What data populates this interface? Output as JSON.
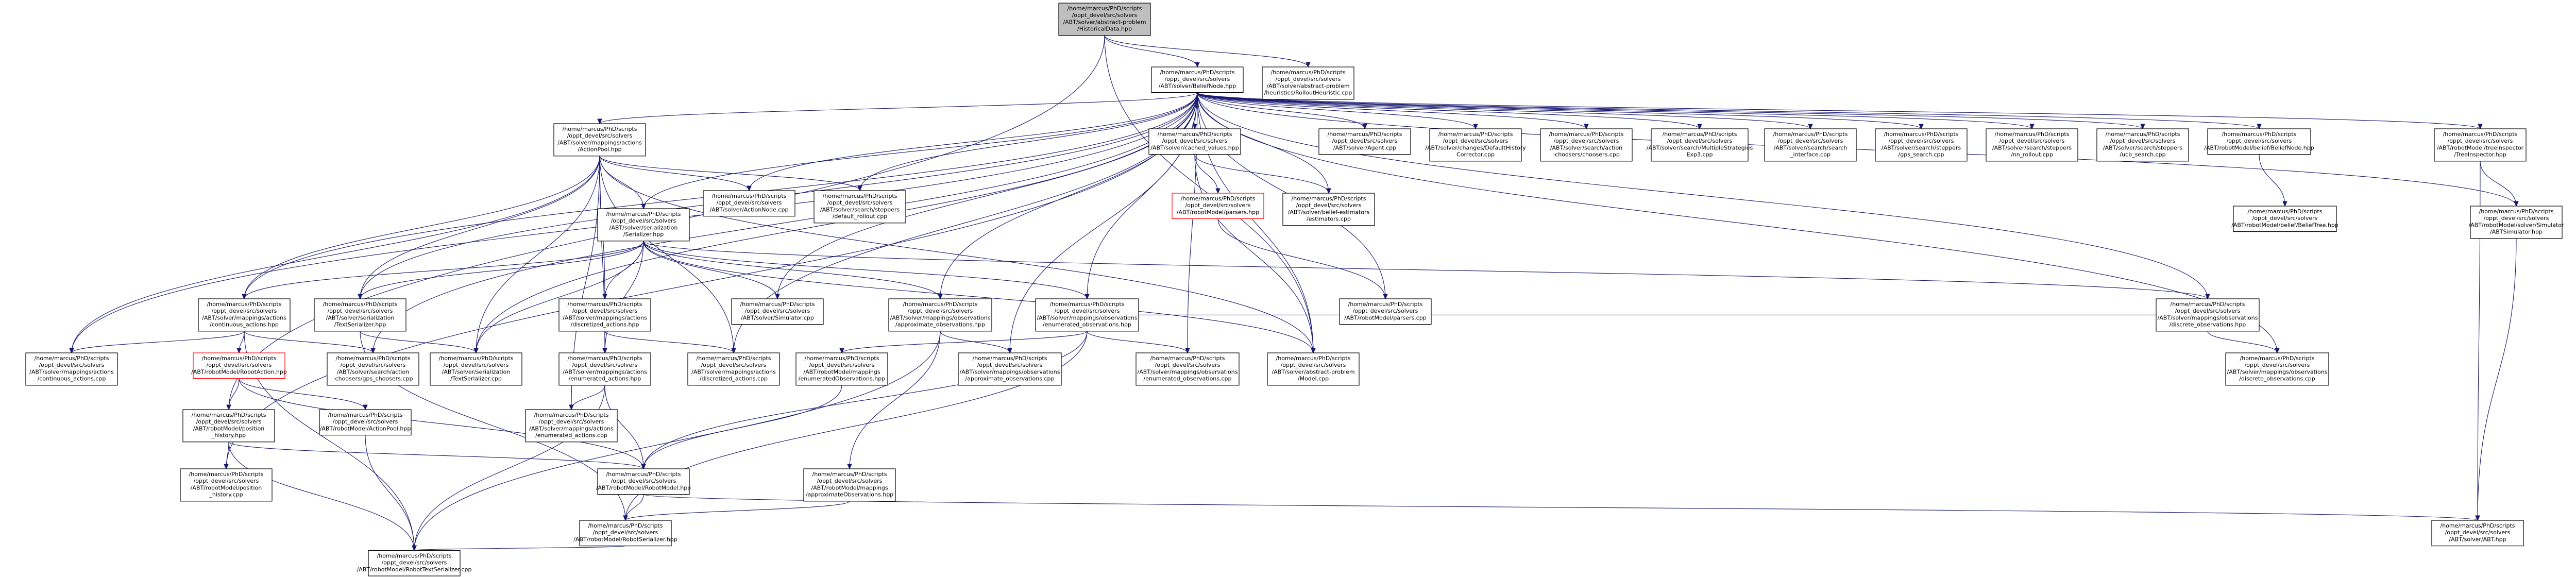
{
  "colors": {
    "edge": "#191970",
    "root_fill": "#bfbfbf",
    "node_border": "#000000",
    "missing_border": "#ff0000",
    "background": "#ffffff"
  },
  "nodes": [
    {
      "id": "root",
      "lines": [
        "/home/marcus/PhD/scripts",
        "/oppt_devel/src/solvers",
        "/ABT/solver/abstract-problem",
        "/HistoricalData.hpp"
      ],
      "style": "root"
    },
    {
      "id": "bn",
      "lines": [
        "/home/marcus/PhD/scripts",
        "/oppt_devel/src/solvers",
        "/ABT/solver/BeliefNode.hpp"
      ]
    },
    {
      "id": "rh",
      "lines": [
        "/home/marcus/PhD/scripts",
        "/oppt_devel/src/solvers",
        "/ABT/solver/abstract-problem",
        "/heuristics/RolloutHeuristic.cpp"
      ]
    },
    {
      "id": "apool",
      "lines": [
        "/home/marcus/PhD/scripts",
        "/oppt_devel/src/solvers",
        "/ABT/solver/mappings/actions",
        "/ActionPool.hpp"
      ]
    },
    {
      "id": "cached",
      "lines": [
        "/home/marcus/PhD/scripts",
        "/oppt_devel/src/solvers",
        "/ABT/solver/cached_values.hpp"
      ]
    },
    {
      "id": "agent",
      "lines": [
        "/home/marcus/PhD/scripts",
        "/oppt_devel/src/solvers",
        "/ABT/solver/Agent.cpp"
      ]
    },
    {
      "id": "defhist",
      "lines": [
        "/home/marcus/PhD/scripts",
        "/oppt_devel/src/solvers",
        "/ABT/solver/changes/DefaultHistory",
        "Corrector.cpp"
      ]
    },
    {
      "id": "choosers",
      "lines": [
        "/home/marcus/PhD/scripts",
        "/oppt_devel/src/solvers",
        "/ABT/solver/search/action",
        "-choosers/choosers.cpp"
      ]
    },
    {
      "id": "multistrat",
      "lines": [
        "/home/marcus/PhD/scripts",
        "/oppt_devel/src/solvers",
        "/ABT/solver/search/MultipleStrategies",
        "Exp3.cpp"
      ]
    },
    {
      "id": "searchif",
      "lines": [
        "/home/marcus/PhD/scripts",
        "/oppt_devel/src/solvers",
        "/ABT/solver/search/search",
        "_interface.cpp"
      ]
    },
    {
      "id": "gps",
      "lines": [
        "/home/marcus/PhD/scripts",
        "/oppt_devel/src/solvers",
        "/ABT/solver/search/steppers",
        "/gps_search.cpp"
      ]
    },
    {
      "id": "nnrollout",
      "lines": [
        "/home/marcus/PhD/scripts",
        "/oppt_devel/src/solvers",
        "/ABT/solver/search/steppers",
        "/nn_rollout.cpp"
      ]
    },
    {
      "id": "ucb",
      "lines": [
        "/home/marcus/PhD/scripts",
        "/oppt_devel/src/solvers",
        "/ABT/solver/search/steppers",
        "/ucb_search.cpp"
      ]
    },
    {
      "id": "rbn",
      "lines": [
        "/home/marcus/PhD/scripts",
        "/oppt_devel/src/solvers",
        "/ABT/robotModel/belief/BeliefNode.hpp"
      ]
    },
    {
      "id": "treeinsp",
      "lines": [
        "/home/marcus/PhD/scripts",
        "/oppt_devel/src/solvers",
        "/ABT/robotModel/treeInspector",
        "/TreeInspector.hpp"
      ]
    },
    {
      "id": "ser",
      "lines": [
        "/home/marcus/PhD/scripts",
        "/oppt_devel/src/solvers",
        "/ABT/solver/serialization",
        "/Serializer.hpp"
      ]
    },
    {
      "id": "actionnode",
      "lines": [
        "/home/marcus/PhD/scripts",
        "/oppt_devel/src/solvers",
        "/ABT/solver/ActionNode.cpp"
      ]
    },
    {
      "id": "defrollout",
      "lines": [
        "/home/marcus/PhD/scripts",
        "/oppt_devel/src/solvers",
        "/ABT/solver/search/steppers",
        "/default_rollout.cpp"
      ]
    },
    {
      "id": "parsers_h",
      "lines": [
        "/home/marcus/PhD/scripts",
        "/oppt_devel/src/solvers",
        "/ABT/robotModel/parsers.hpp"
      ],
      "style": "red"
    },
    {
      "id": "estimators",
      "lines": [
        "/home/marcus/PhD/scripts",
        "/oppt_devel/src/solvers",
        "/ABT/solver/belief-estimators",
        "/estimators.cpp"
      ]
    },
    {
      "id": "belieftree",
      "lines": [
        "/home/marcus/PhD/scripts",
        "/oppt_devel/src/solvers",
        "/ABT/robotModel/belief/BeliefTree.hpp"
      ]
    },
    {
      "id": "rsim",
      "lines": [
        "/home/marcus/PhD/scripts",
        "/oppt_devel/src/solvers",
        "/ABT/robotModel/solver/Simulator",
        "/ABTSimulator.hpp"
      ]
    },
    {
      "id": "contact",
      "lines": [
        "/home/marcus/PhD/scripts",
        "/oppt_devel/src/solvers",
        "/ABT/solver/mappings/actions",
        "/continuous_actions.hpp"
      ]
    },
    {
      "id": "textser",
      "lines": [
        "/home/marcus/PhD/scripts",
        "/oppt_devel/src/solvers",
        "/ABT/solver/serialization",
        "/TextSerializer.hpp"
      ]
    },
    {
      "id": "discact",
      "lines": [
        "/home/marcus/PhD/scripts",
        "/oppt_devel/src/solvers",
        "/ABT/solver/mappings/actions",
        "/discretized_actions.hpp"
      ]
    },
    {
      "id": "simcpp",
      "lines": [
        "/home/marcus/PhD/scripts",
        "/oppt_devel/src/solvers",
        "/ABT/solver/Simulator.cpp"
      ]
    },
    {
      "id": "approxobs",
      "lines": [
        "/home/marcus/PhD/scripts",
        "/oppt_devel/src/solvers",
        "/ABT/solver/mappings/observations",
        "/approximate_observations.hpp"
      ]
    },
    {
      "id": "enumobs",
      "lines": [
        "/home/marcus/PhD/scripts",
        "/oppt_devel/src/solvers",
        "/ABT/solver/mappings/observations",
        "/enumerated_observations.hpp"
      ]
    },
    {
      "id": "parsers_c",
      "lines": [
        "/home/marcus/PhD/scripts",
        "/oppt_devel/src/solvers",
        "/ABT/robotModel/parsers.cpp"
      ]
    },
    {
      "id": "discobs",
      "lines": [
        "/home/marcus/PhD/scripts",
        "/oppt_devel/src/solvers",
        "/ABT/solver/mappings/observations",
        "/discrete_observations.hpp"
      ]
    },
    {
      "id": "contactcpp",
      "lines": [
        "/home/marcus/PhD/scripts",
        "/oppt_devel/src/solvers",
        "/ABT/solver/mappings/actions",
        "/continuous_actions.cpp"
      ]
    },
    {
      "id": "robotaction",
      "lines": [
        "/home/marcus/PhD/scripts",
        "/oppt_devel/src/solvers",
        "/ABT/robotModel/RobotAction.hpp"
      ],
      "style": "red"
    },
    {
      "id": "gpschoosers",
      "lines": [
        "/home/marcus/PhD/scripts",
        "/oppt_devel/src/solvers",
        "/ABT/solver/search/action",
        "-choosers/gps_choosers.cpp"
      ]
    },
    {
      "id": "sercpp",
      "lines": [
        "/home/marcus/PhD/scripts",
        "/oppt_devel/src/solvers",
        "/ABT/solver/serialization",
        "/TextSerializer.cpp"
      ]
    },
    {
      "id": "enumact",
      "lines": [
        "/home/marcus/PhD/scripts",
        "/oppt_devel/src/solvers",
        "/ABT/solver/mappings/actions",
        "/enumerated_actions.hpp"
      ]
    },
    {
      "id": "discactcpp",
      "lines": [
        "/home/marcus/PhD/scripts",
        "/oppt_devel/src/solvers",
        "/ABT/solver/mappings/actions",
        "/discretized_actions.cpp"
      ]
    },
    {
      "id": "enumobsmap",
      "lines": [
        "/home/marcus/PhD/scripts",
        "/oppt_devel/src/solvers",
        "/ABT/robotModel/mappings",
        "/enumeratedObservations.hpp"
      ]
    },
    {
      "id": "approxobscpp",
      "lines": [
        "/home/marcus/PhD/scripts",
        "/oppt_devel/src/solvers",
        "/ABT/solver/mappings/observations",
        "/approximate_observations.cpp"
      ]
    },
    {
      "id": "enumobscpp",
      "lines": [
        "/home/marcus/PhD/scripts",
        "/oppt_devel/src/solvers",
        "/ABT/solver/mappings/observations",
        "/enumerated_observations.cpp"
      ]
    },
    {
      "id": "modelcpp",
      "lines": [
        "/home/marcus/PhD/scripts",
        "/oppt_devel/src/solvers",
        "/ABT/solver/abstract-problem",
        "/Model.cpp"
      ]
    },
    {
      "id": "discobscpp",
      "lines": [
        "/home/marcus/PhD/scripts",
        "/oppt_devel/src/solvers",
        "/ABT/solver/mappings/observations",
        "/discrete_observations.cpp"
      ]
    },
    {
      "id": "poshist",
      "lines": [
        "/home/marcus/PhD/scripts",
        "/oppt_devel/src/solvers",
        "/ABT/robotModel/position",
        "_history.hpp"
      ]
    },
    {
      "id": "apoolr",
      "lines": [
        "/home/marcus/PhD/scripts",
        "/oppt_devel/src/solvers",
        "/ABT/robotModel/ActionPool.hpp"
      ]
    },
    {
      "id": "enumactcpp",
      "lines": [
        "/home/marcus/PhD/scripts",
        "/oppt_devel/src/solvers",
        "/ABT/solver/mappings/actions",
        "/enumerated_actions.cpp"
      ]
    },
    {
      "id": "poshistcpp",
      "lines": [
        "/home/marcus/PhD/scripts",
        "/oppt_devel/src/solvers",
        "/ABT/robotModel/position",
        "_history.cpp"
      ]
    },
    {
      "id": "robotmodel",
      "lines": [
        "/home/marcus/PhD/scripts",
        "/oppt_devel/src/solvers",
        "/ABT/robotModel/RobotModel.hpp"
      ]
    },
    {
      "id": "approxobsmap",
      "lines": [
        "/home/marcus/PhD/scripts",
        "/oppt_devel/src/solvers",
        "/ABT/robotModel/mappings",
        "/approximateObservations.hpp"
      ]
    },
    {
      "id": "robotser",
      "lines": [
        "/home/marcus/PhD/scripts",
        "/oppt_devel/src/solvers",
        "/ABT/robotModel/RobotSerializer.hpp"
      ]
    },
    {
      "id": "abthpp",
      "lines": [
        "/home/marcus/PhD/scripts",
        "/oppt_devel/src/solvers",
        "/ABT/solver/ABT.hpp"
      ]
    },
    {
      "id": "robottextser",
      "lines": [
        "/home/marcus/PhD/scripts",
        "/oppt_devel/src/solvers",
        "/ABT/robotModel/RobotTextSerializer.cpp"
      ]
    }
  ],
  "edges": [
    [
      "root",
      "bn"
    ],
    [
      "root",
      "rh"
    ],
    [
      "root",
      "modelcpp"
    ],
    [
      "root",
      "poshist"
    ],
    [
      "bn",
      "apool"
    ],
    [
      "bn",
      "cached"
    ],
    [
      "bn",
      "agent"
    ],
    [
      "bn",
      "defhist"
    ],
    [
      "bn",
      "choosers"
    ],
    [
      "bn",
      "multistrat"
    ],
    [
      "bn",
      "searchif"
    ],
    [
      "bn",
      "gps"
    ],
    [
      "bn",
      "nnrollout"
    ],
    [
      "bn",
      "ucb"
    ],
    [
      "bn",
      "rbn"
    ],
    [
      "bn",
      "treeinsp"
    ],
    [
      "bn",
      "ser"
    ],
    [
      "bn",
      "actionnode"
    ],
    [
      "bn",
      "defrollout"
    ],
    [
      "bn",
      "contact"
    ],
    [
      "bn",
      "textser"
    ],
    [
      "bn",
      "simcpp"
    ],
    [
      "bn",
      "approxobs"
    ],
    [
      "bn",
      "enumobs"
    ],
    [
      "bn",
      "parsers_c"
    ],
    [
      "bn",
      "discobs"
    ],
    [
      "bn",
      "contactcpp"
    ],
    [
      "bn",
      "gpschoosers"
    ],
    [
      "bn",
      "sercpp"
    ],
    [
      "bn",
      "discactcpp"
    ],
    [
      "bn",
      "approxobscpp"
    ],
    [
      "bn",
      "enumobscpp"
    ],
    [
      "bn",
      "modelcpp"
    ],
    [
      "bn",
      "discobscpp"
    ],
    [
      "bn",
      "poshistcpp"
    ],
    [
      "bn",
      "rsim"
    ],
    [
      "bn",
      "estimators"
    ],
    [
      "apool",
      "ser"
    ],
    [
      "apool",
      "actionnode"
    ],
    [
      "apool",
      "defrollout"
    ],
    [
      "apool",
      "contact"
    ],
    [
      "apool",
      "textser"
    ],
    [
      "apool",
      "discact"
    ],
    [
      "apool",
      "contactcpp"
    ],
    [
      "apool",
      "sercpp"
    ],
    [
      "apool",
      "enumact"
    ],
    [
      "apool",
      "discactcpp"
    ],
    [
      "apool",
      "modelcpp"
    ],
    [
      "apool",
      "enumactcpp"
    ],
    [
      "cached",
      "parsers_h"
    ],
    [
      "cached",
      "estimators"
    ],
    [
      "cached",
      "modelcpp"
    ],
    [
      "parsers_h",
      "parsers_c"
    ],
    [
      "rbn",
      "belieftree"
    ],
    [
      "treeinsp",
      "rsim"
    ],
    [
      "treeinsp",
      "abthpp"
    ],
    [
      "rsim",
      "abthpp"
    ],
    [
      "ser",
      "contact"
    ],
    [
      "ser",
      "textser"
    ],
    [
      "ser",
      "discact"
    ],
    [
      "ser",
      "simcpp"
    ],
    [
      "ser",
      "approxobs"
    ],
    [
      "ser",
      "enumobs"
    ],
    [
      "ser",
      "discobs"
    ],
    [
      "ser",
      "sercpp"
    ],
    [
      "ser",
      "enumact"
    ],
    [
      "ser",
      "modelcpp"
    ],
    [
      "contact",
      "contactcpp"
    ],
    [
      "contact",
      "robotaction"
    ],
    [
      "contact",
      "gpschoosers"
    ],
    [
      "contact",
      "robottextser"
    ],
    [
      "textser",
      "sercpp"
    ],
    [
      "textser",
      "robotser"
    ],
    [
      "discact",
      "enumact"
    ],
    [
      "discact",
      "discactcpp"
    ],
    [
      "approxobs",
      "approxobscpp"
    ],
    [
      "approxobs",
      "approxobsmap"
    ],
    [
      "approxobs",
      "robottextser"
    ],
    [
      "enumobs",
      "enumobscpp"
    ],
    [
      "enumobs",
      "enumobsmap"
    ],
    [
      "enumobs",
      "robotmodel"
    ],
    [
      "enumobs",
      "robotser"
    ],
    [
      "discobs",
      "discobscpp"
    ],
    [
      "discobs",
      "enumobs"
    ],
    [
      "robotaction",
      "poshist"
    ],
    [
      "robotaction",
      "apoolr"
    ],
    [
      "robotaction",
      "robotmodel"
    ],
    [
      "enumact",
      "enumactcpp"
    ],
    [
      "enumact",
      "robotmodel"
    ],
    [
      "enumact",
      "robottextser"
    ],
    [
      "enumobsmap",
      "robotmodel"
    ],
    [
      "poshist",
      "poshistcpp"
    ],
    [
      "poshist",
      "robotmodel"
    ],
    [
      "poshist",
      "robottextser"
    ],
    [
      "robotmodel",
      "robotser"
    ],
    [
      "robotmodel",
      "abthpp"
    ],
    [
      "approxobsmap",
      "robotser"
    ],
    [
      "robotser",
      "robottextser"
    ],
    [
      "apoolr",
      "robottextser"
    ]
  ]
}
